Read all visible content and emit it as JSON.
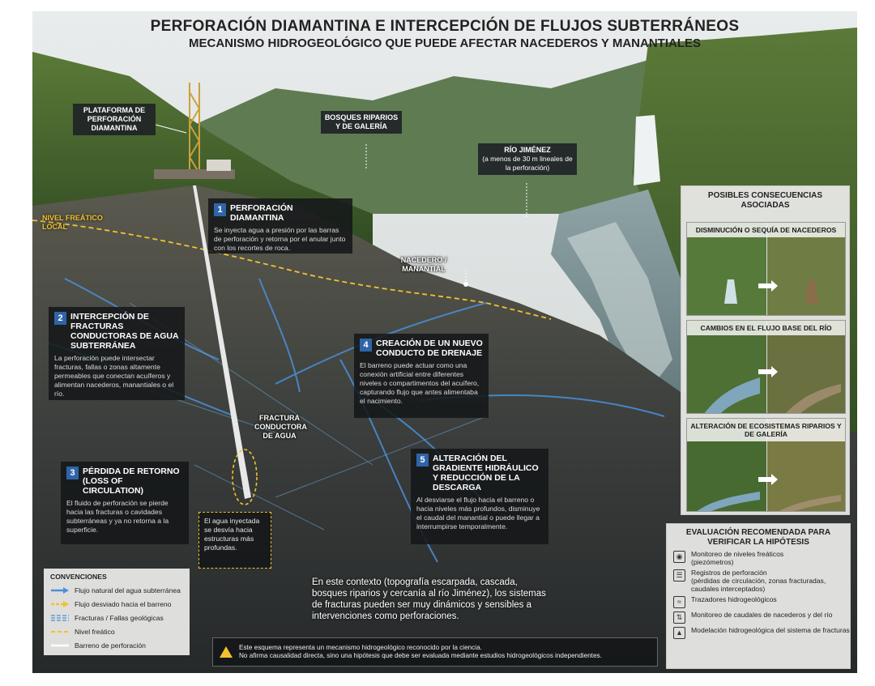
{
  "header": {
    "title": "PERFORACIÓN DIAMANTINA E INTERCEPCIÓN DE FLUJOS SUBTERRÁNEOS",
    "subtitle": "MECANISMO HIDROGEOLÓGICO QUE PUEDE AFECTAR NACEDEROS Y MANANTIALES"
  },
  "labels": {
    "platform": "PLATAFORMA DE PERFORACIÓN DIAMANTINA",
    "forests": "BOSQUES RIPARIOS Y DE GALERÍA",
    "river_title": "RÍO JIMÉNEZ",
    "river_note": "(a menos de 30 m lineales de la perforación)",
    "water_table": "NIVEL FREÁTICO LOCAL",
    "spring": "NACEDERO / MANANTIAL",
    "fracture": "FRACTURA CONDUCTORA DE AGUA"
  },
  "steps": [
    {
      "num": "1",
      "title": "PERFORACIÓN DIAMANTINA",
      "body": "Se inyecta agua a presión por las barras de perforación y retorna por el anular junto con los recortes de roca."
    },
    {
      "num": "2",
      "title": "INTERCEPCIÓN DE FRACTURAS CONDUCTORAS DE AGUA SUBTERRÁNEA",
      "body": "La perforación puede intersectar fracturas, fallas o zonas altamente permeables que conectan acuíferos y alimentan nacederos, manantiales o el río."
    },
    {
      "num": "3",
      "title": "PÉRDIDA DE RETORNO (LOSS OF CIRCULATION)",
      "body": "El fluido de perforación se pierde hacia las fracturas o cavidades subterráneas y ya no retorna a la superficie."
    },
    {
      "num": "4",
      "title": "CREACIÓN DE UN NUEVO CONDUCTO DE DRENAJE",
      "body": "El barreno puede actuar como una conexión artificial entre diferentes niveles o compartimentos del acuífero, capturando flujo que antes alimentaba el nacimiento."
    },
    {
      "num": "5",
      "title": "ALTERACIÓN DEL GRADIENTE HIDRÁULICO Y REDUCCIÓN DE LA DESCARGA",
      "body": "Al desviarse el flujo hacia el barreno o hacia niveles más profundos, disminuye el caudal del manantial o puede llegar a interrumpirse temporalmente."
    }
  ],
  "note": "El agua inyectada se desvía hacia estructuras más profundas.",
  "consequences": {
    "title": "POSIBLES CONSECUENCIAS ASOCIADAS",
    "items": [
      "DISMINUCIÓN O SEQUÍA DE NACEDEROS",
      "CAMBIOS EN EL FLUJO BASE DEL RÍO",
      "ALTERACIÓN DE ECOSISTEMAS RIPARIOS Y DE GALERÍA"
    ]
  },
  "evaluation": {
    "title": "EVALUACIÓN RECOMENDADA PARA VERIFICAR LA HIPÓTESIS",
    "items": [
      {
        "main": "Monitoreo de niveles freáticos",
        "detail": "(piezómetros)",
        "icon": "gauge-icon"
      },
      {
        "main": "Registros de perforación",
        "detail": "(pérdidas de circulación, zonas fracturadas, caudales interceptados)",
        "icon": "clipboard-icon"
      },
      {
        "main": "Trazadores hidrogeológicos",
        "detail": "",
        "icon": "tracer-icon"
      },
      {
        "main": "Monitoreo de caudales de nacederos y del río",
        "detail": "",
        "icon": "flow-icon"
      },
      {
        "main": "Modelación hidrogeológica del sistema de fracturas",
        "detail": "",
        "icon": "model-icon"
      }
    ]
  },
  "legend": {
    "title": "CONVENCIONES",
    "items": [
      {
        "label": "Flujo natural del agua subterránea",
        "color": "#4a90d9"
      },
      {
        "label": "Flujo desviado hacia el barreno",
        "color": "#f2c230"
      },
      {
        "label": "Fracturas / Fallas geológicas",
        "color": "#4a90d9"
      },
      {
        "label": "Nivel freático",
        "color": "#f2c230"
      },
      {
        "label": "Barreno de perforación",
        "color": "#e8e8e8"
      }
    ]
  },
  "context": "En este contexto (topografía escarpada, cascada, bosques riparios y cercanía al río Jiménez), los sistemas de fracturas pueden ser muy dinámicos y sensibles a intervenciones como perforaciones.",
  "disclaimer": {
    "line1": "Este esquema representa un mecanismo hidrogeológico reconocido por la ciencia.",
    "line2": "No afirma causalidad directa, sino una hipótesis que debe ser evaluada mediante estudios hidrogeológicos independientes."
  },
  "colors": {
    "accent_blue": "#2f64a8",
    "flow_blue": "#4a90d9",
    "water_table_yellow": "#f2c230",
    "label_bg": "#1c2024"
  }
}
